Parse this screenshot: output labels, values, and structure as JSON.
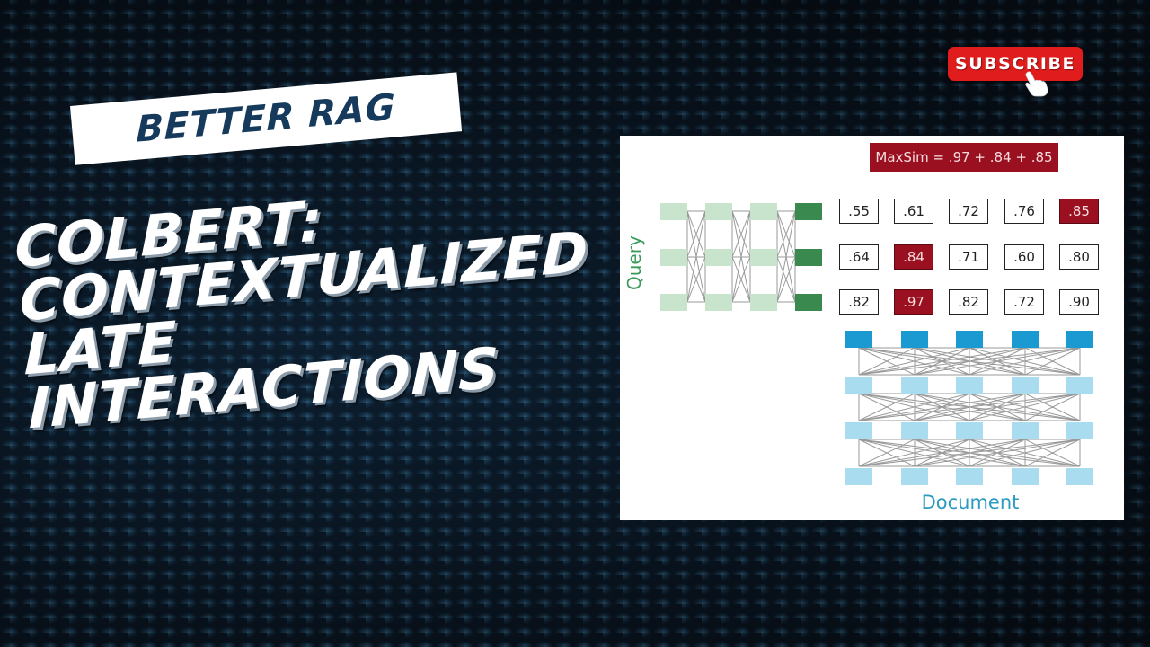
{
  "thumbnail": {
    "tag_label": "BETTER RAG",
    "title_lines": [
      "COLBERT:",
      "CONTEXTUALIZED",
      "LATE",
      "INTERACTIONS"
    ],
    "subscribe_label": "SUBSCRIBE",
    "colors": {
      "background": "#0a1420",
      "tag_bg": "#ffffff",
      "tag_text": "#163a5c",
      "title_text": "#ffffff",
      "subscribe_bg": "#e01c1c"
    }
  },
  "diagram": {
    "maxsim_label": "MaxSim = .97 + .84 + .85",
    "query_label": "Query",
    "document_label": "Document",
    "score_matrix": [
      [
        ".55",
        ".61",
        ".72",
        ".76",
        ".85"
      ],
      [
        ".64",
        ".84",
        ".71",
        ".60",
        ".80"
      ],
      [
        ".82",
        ".97",
        ".82",
        ".72",
        ".90"
      ]
    ],
    "highlighted_cells": [
      [
        0,
        4
      ],
      [
        1,
        1
      ],
      [
        2,
        1
      ]
    ],
    "colors": {
      "highlight": "#9b1020",
      "query_light": "#c8e4cc",
      "query_dark": "#3a8a50",
      "doc_light": "#a8dcee",
      "doc_dark": "#1a9ad0",
      "query_text": "#3a9a5a",
      "doc_text": "#2a9ac0"
    }
  }
}
